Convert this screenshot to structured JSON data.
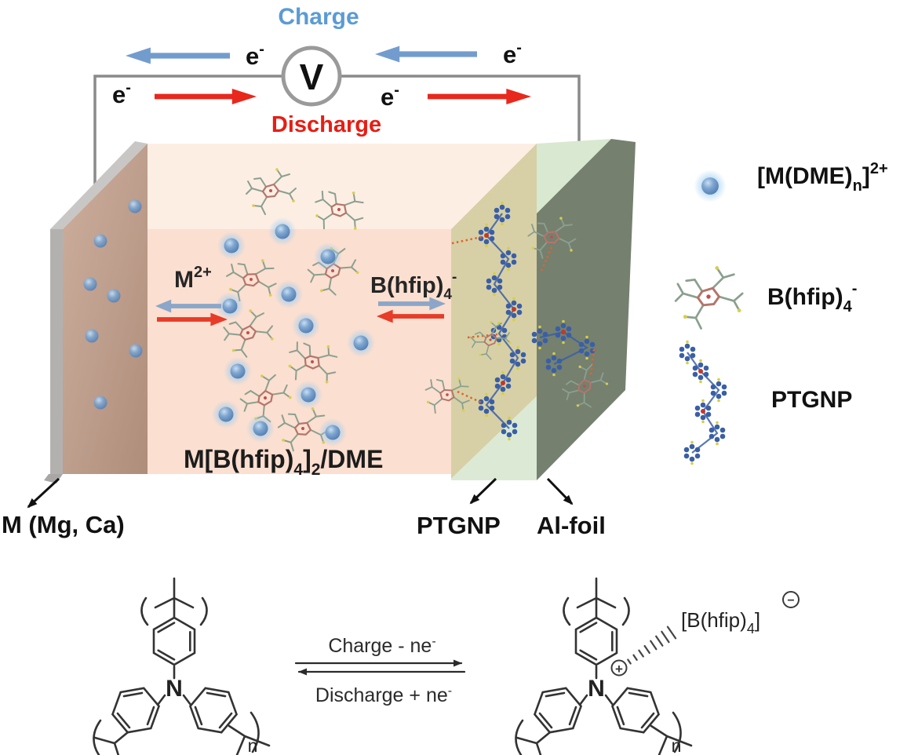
{
  "circuit": {
    "charge_label": "Charge",
    "discharge_label": "Discharge",
    "voltmeter_label": "V",
    "electron": {
      "base": "e",
      "sup": "-"
    }
  },
  "cell": {
    "cation_shuttle": {
      "base": "M",
      "sup": "2+"
    },
    "anion_shuttle": {
      "p1": "B(hfip)",
      "sub": "4",
      "sup": "-"
    },
    "electrolyte_label": {
      "p1": "M[B(hfip)",
      "sub1": "4",
      "p2": "]",
      "sub2": "2",
      "p3": "/DME"
    },
    "anode_label": "M (Mg, Ca)",
    "cathode_label": "PTGNP",
    "current_collector_label": "Al-foil"
  },
  "legend": {
    "cation": {
      "p1": "[M(DME)",
      "sub": "n",
      "p2": "]",
      "sup": "2+"
    },
    "anion": {
      "p1": "B(hfip)",
      "sub": "4",
      "sup": "-"
    },
    "polymer": "PTGNP"
  },
  "reaction": {
    "forward": {
      "base": "Charge - ne",
      "sup": "-"
    },
    "backward": {
      "base": "Discharge + ne",
      "sup": "-"
    },
    "nitrogen": "N",
    "repeat_unit": "n",
    "counter_ion": {
      "p1": "[B(hfip)",
      "sub": "4",
      "p2": "]"
    },
    "plus_symbol": "+",
    "minus_symbol": "−"
  },
  "colors": {
    "charge_blue": "#5b9bd5",
    "discharge_red": "#e61e14",
    "arrow_blue": "#739cce",
    "cell_arrow_blue": "#8ba6c9",
    "arrow_red": "#e8281c",
    "electrolyte_pink": "#fbdfd0",
    "electrolyte_pink_top": "#fdeee4",
    "anode_brown": "#c3a28f",
    "cathode_khaki": "#d7d0a6",
    "cathode_green": "#dcead5",
    "foil_gray_green": "#75806f",
    "ion_blue": "#6f96c5",
    "polymer_blue": "#3b5fa5",
    "wire_gray": "#8a8a8a"
  }
}
